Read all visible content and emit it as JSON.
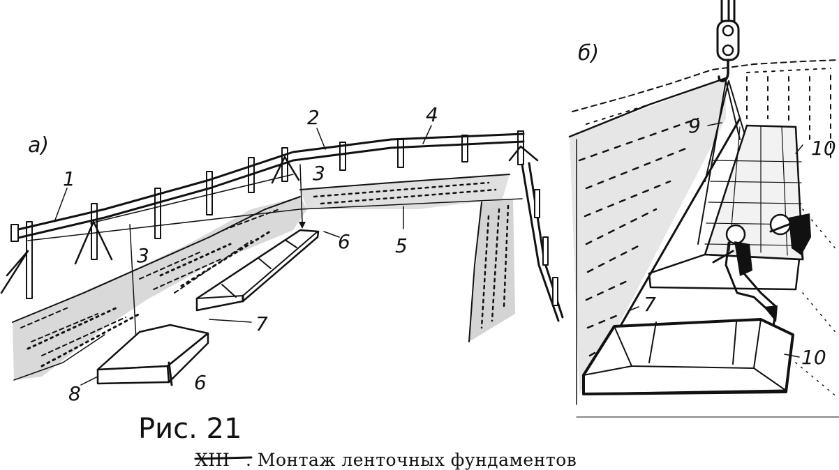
{
  "figure": {
    "panel_a_label": "а)",
    "panel_b_label": "б)",
    "callouts_a": {
      "n1": "1",
      "n2": "2",
      "n3_left": "3",
      "n3_right": "3",
      "n4": "4",
      "n5": "5",
      "n6_top": "6",
      "n6_bottom": "6",
      "n7": "7",
      "n8": "8"
    },
    "callouts_b": {
      "n9": "9",
      "n10_top": "10",
      "n10_bottom": "10",
      "n7": "7"
    },
    "handwritten_label": "Рис. 21",
    "caption_number_struck": "XIII",
    "caption_text": ". Монтаж ленточных фундаментов"
  }
}
